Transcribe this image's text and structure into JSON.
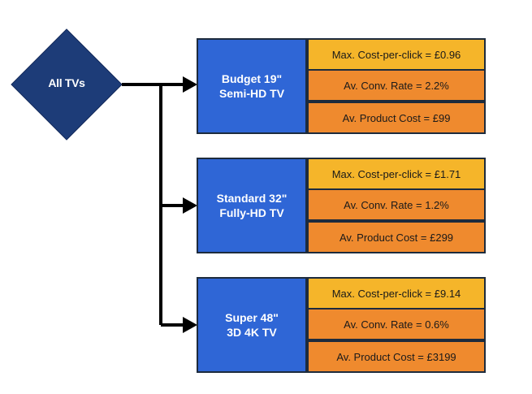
{
  "root": {
    "label": "All TVs"
  },
  "colors": {
    "diamond": "#1d3c78",
    "tv_box": "#2f66d6",
    "cpc_box": "#f5b52a",
    "metric_box": "#ef8a2e",
    "connector": "#000000"
  },
  "groups": [
    {
      "tv": {
        "line1": "Budget 19\"",
        "line2": "Semi-HD TV"
      },
      "cpc": "Max. Cost-per-click = £0.96",
      "conv": "Av. Conv. Rate = 2.2%",
      "cost": "Av. Product Cost = £99"
    },
    {
      "tv": {
        "line1": "Standard 32\"",
        "line2": "Fully-HD TV"
      },
      "cpc": "Max. Cost-per-click = £1.71",
      "conv": "Av. Conv. Rate = 1.2%",
      "cost": "Av. Product Cost = £299"
    },
    {
      "tv": {
        "line1": "Super 48\"",
        "line2": "3D 4K TV"
      },
      "cpc": "Max. Cost-per-click = £9.14",
      "conv": "Av. Conv. Rate = 0.6%",
      "cost": "Av. Product Cost = £3199"
    }
  ]
}
